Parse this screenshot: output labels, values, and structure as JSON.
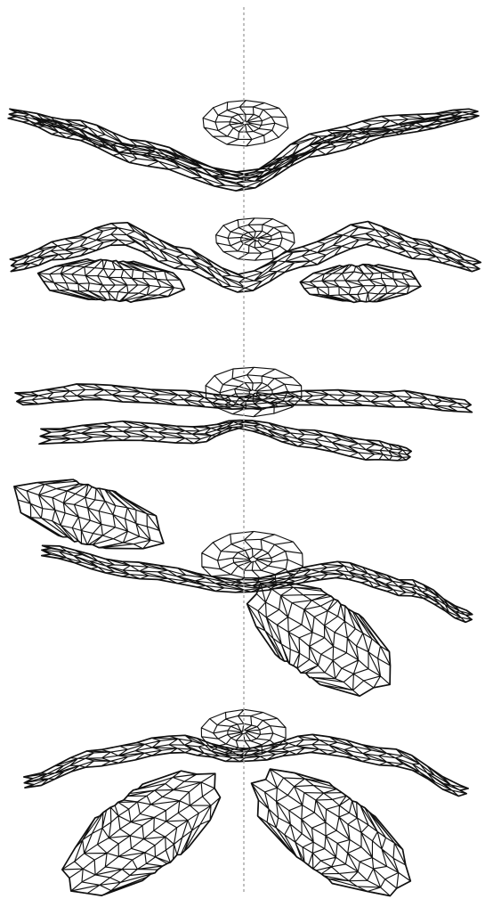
{
  "figure": {
    "background_color": "#ffffff",
    "line_color": "#111111",
    "axis_color": "#a6a6a6",
    "axis_style": "dashed vertical symmetry axis",
    "panel_count": 5,
    "panels": [
      {
        "shape": "v-shaped wireframe sheet with central dome"
      },
      {
        "shape": "wavy wireframe sheet with lower lobes and central dome"
      },
      {
        "shape": "flat layered wireframe sheets with central dome"
      },
      {
        "shape": "asymmetric wireframe with upper-left flap and lower-right lobe"
      },
      {
        "shape": "wireframe sheet with two large hanging lobes and central dome"
      }
    ]
  }
}
